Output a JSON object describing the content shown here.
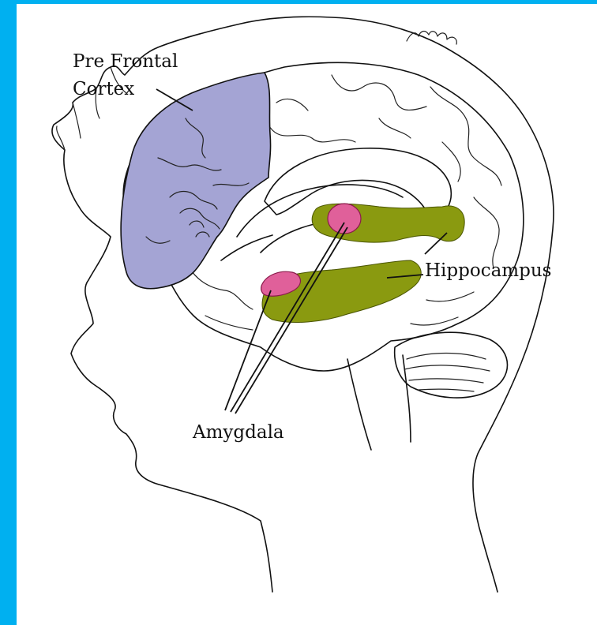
{
  "labels": {
    "prefrontal_line1": "Pre Frontal",
    "prefrontal_line2": "Cortex",
    "hippocampus": "Hippocampus",
    "amygdala": "Amygdala"
  },
  "colors": {
    "frame": "#00b0f0",
    "prefrontal": "#a4a4d4",
    "hippocampus": "#8a9a10",
    "amygdala": "#e0609a"
  }
}
